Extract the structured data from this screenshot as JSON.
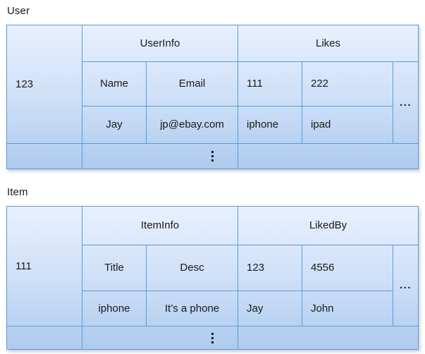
{
  "diagram": {
    "type": "wide-column-store-row-layout",
    "colors": {
      "border": "#5b9bd5",
      "fill_top": "#e8f0fd",
      "fill_bottom": "#aecbee",
      "text": "#1a1a1a",
      "background": "#ffffff"
    },
    "tables": [
      {
        "caption": "User",
        "row_key": "123",
        "column_families": [
          {
            "name": "UserInfo",
            "qualifiers": [
              "Name",
              "Email"
            ],
            "values": [
              "Jay",
              "jp@ebay.com"
            ]
          },
          {
            "name": "Likes",
            "qualifiers": [
              "111",
              "222"
            ],
            "values": [
              "iphone",
              "ipad"
            ]
          }
        ],
        "overflow_label": "...",
        "more_rows_label": "vertical-ellipsis"
      },
      {
        "caption": "Item",
        "row_key": "111",
        "column_families": [
          {
            "name": "ItemInfo",
            "qualifiers": [
              "Title",
              "Desc"
            ],
            "values": [
              "iphone",
              "It’s a phone"
            ]
          },
          {
            "name": "LikedBy",
            "qualifiers": [
              "123",
              "4556"
            ],
            "values": [
              "Jay",
              "John"
            ]
          }
        ],
        "overflow_label": "...",
        "more_rows_label": "vertical-ellipsis"
      }
    ]
  }
}
